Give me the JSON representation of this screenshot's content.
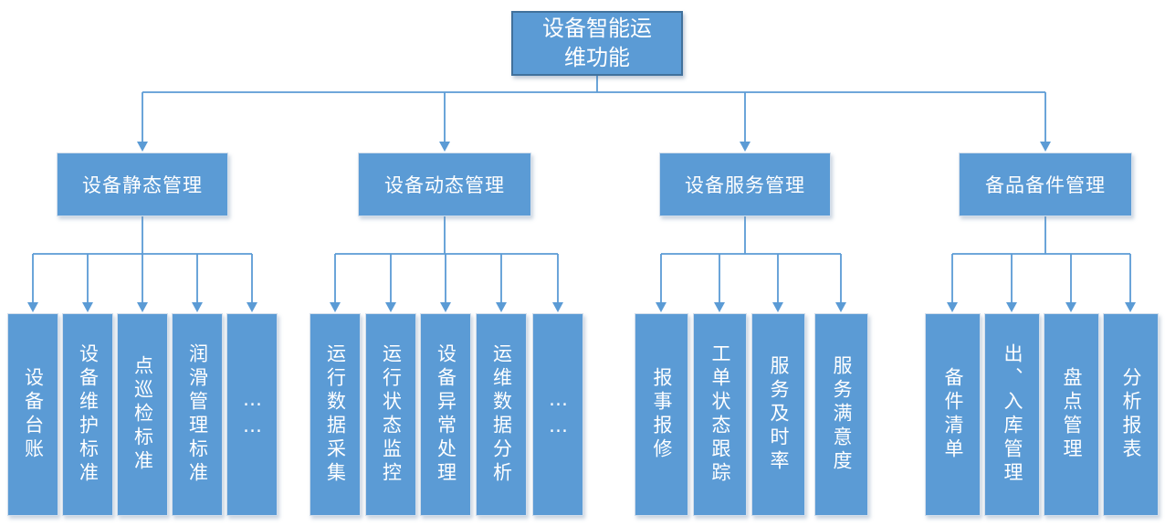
{
  "root": {
    "label": "设备智能运维功能"
  },
  "branches": [
    {
      "label": "设备静态管理",
      "children": [
        "设备台账",
        "设备维护标准",
        "点巡检标准",
        "润滑管理标准",
        "……"
      ]
    },
    {
      "label": "设备动态管理",
      "children": [
        "运行数据采集",
        "运行状态监控",
        "设备异常处理",
        "运维数据分析",
        "……"
      ]
    },
    {
      "label": "设备服务管理",
      "children": [
        "报事报修",
        "工单状态跟踪",
        "服务及时率",
        "服务满意度"
      ]
    },
    {
      "label": "备品备件管理",
      "children": [
        "备件清单",
        "出、入库管理",
        "盘点管理",
        "分析报表"
      ]
    }
  ],
  "colors": {
    "node_fill": "#5b9bd5",
    "root_border": "#41719c",
    "connector": "#5b9bd5",
    "text": "#ffffff"
  }
}
